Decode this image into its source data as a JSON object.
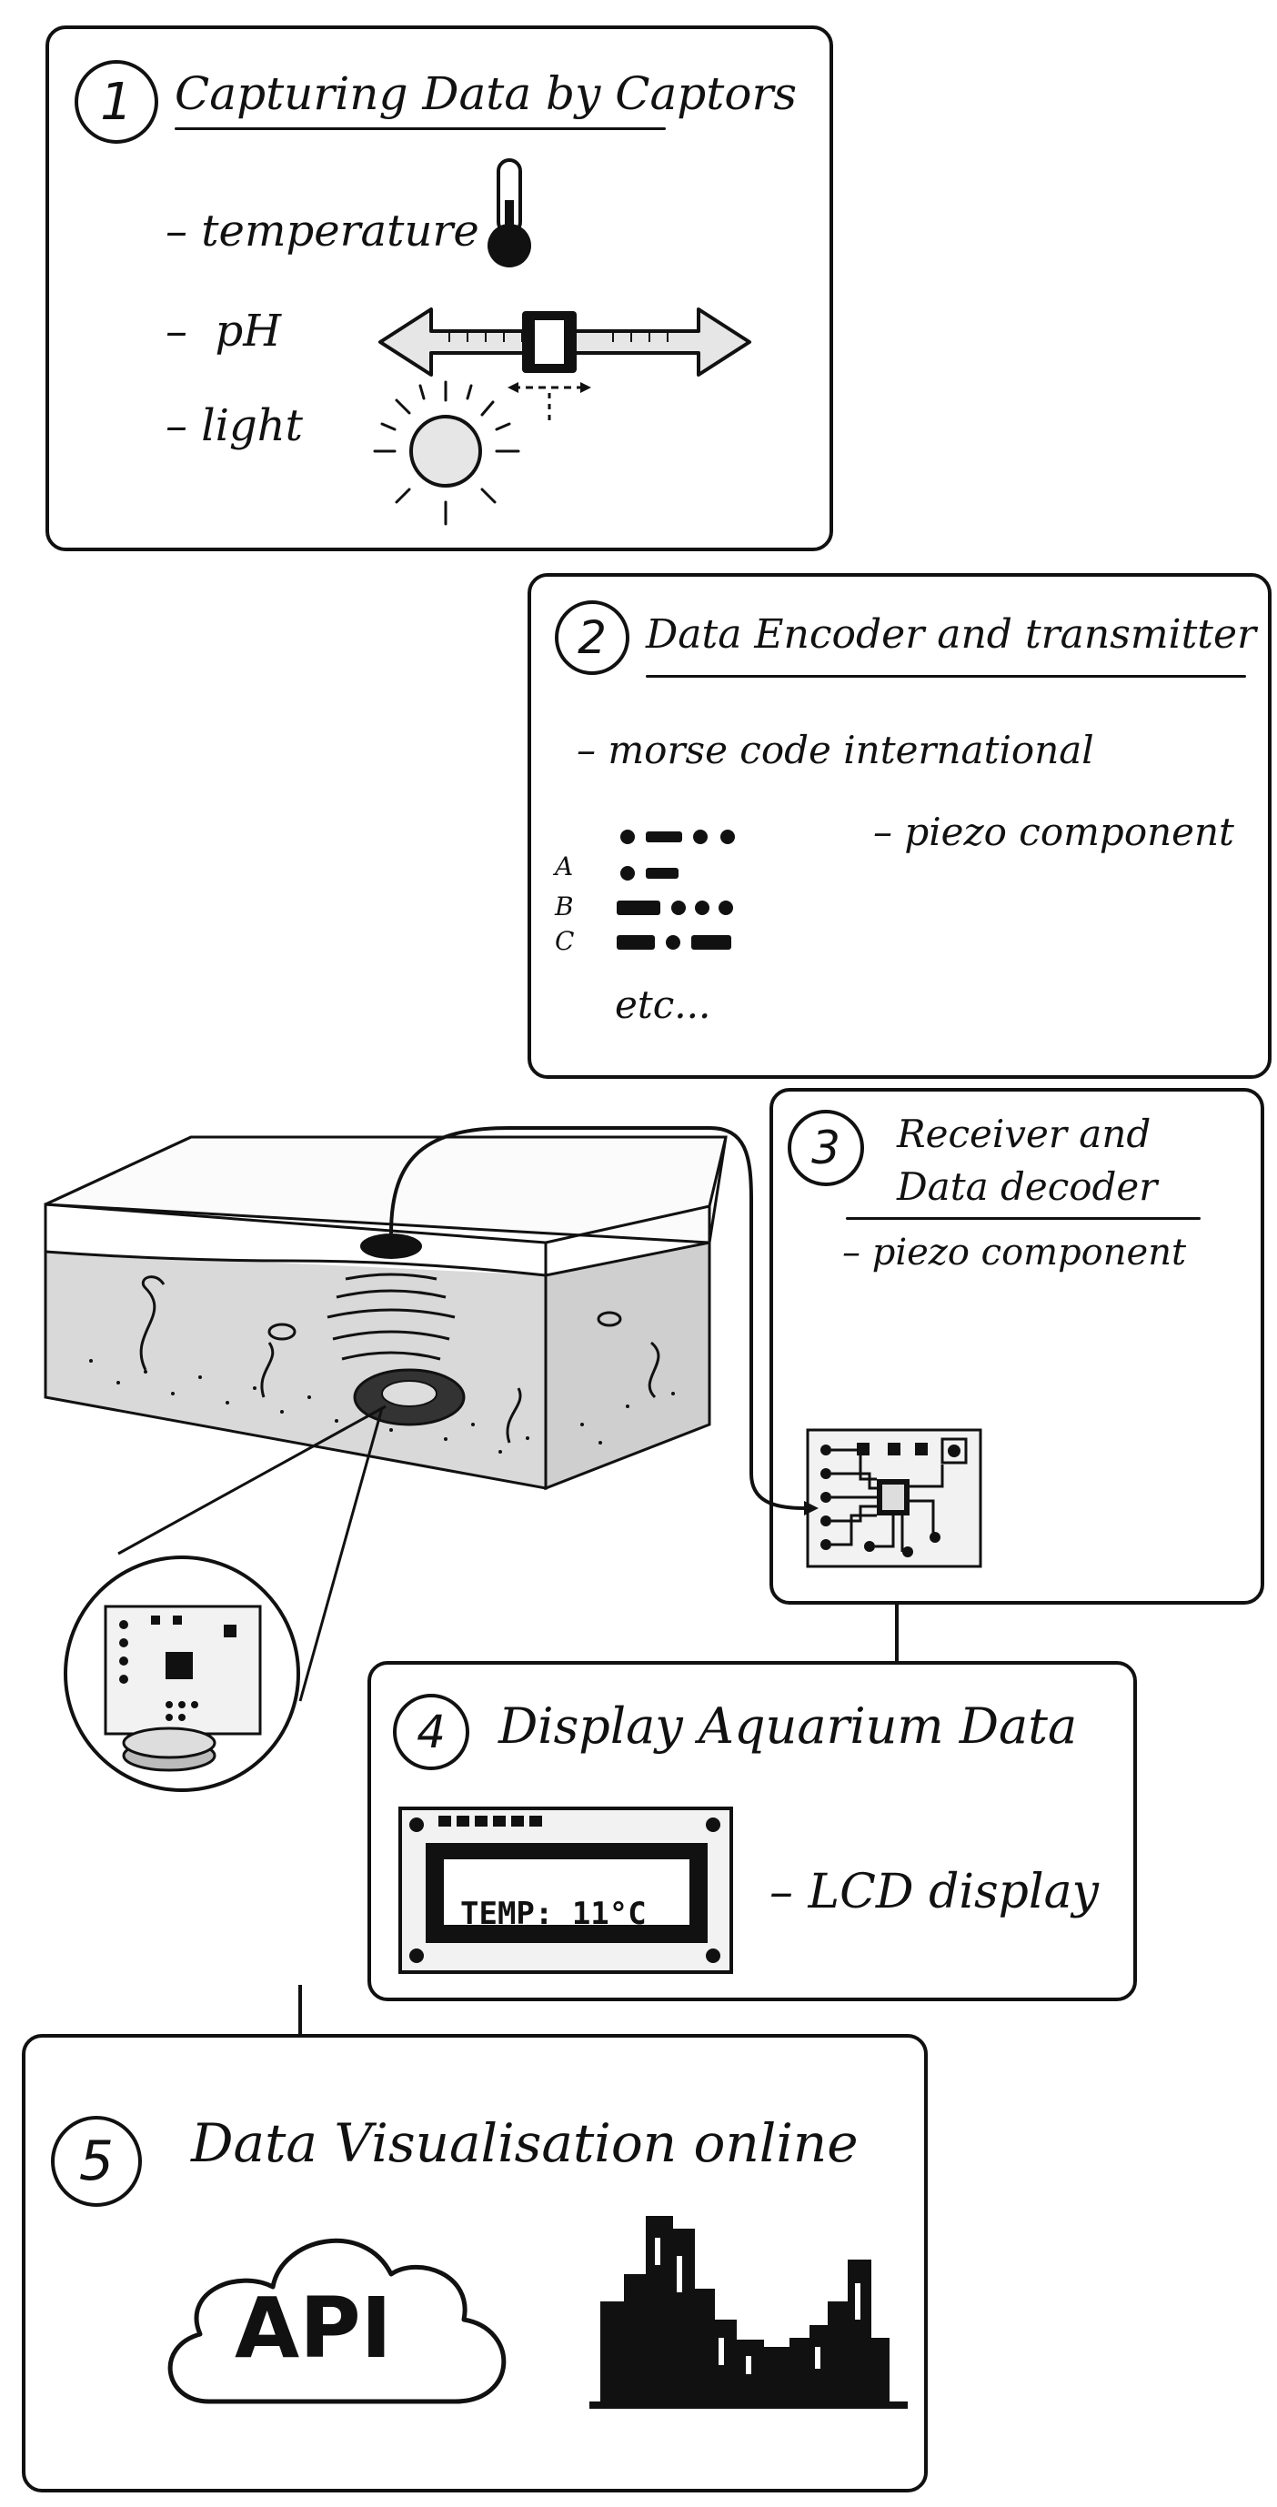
{
  "step1": {
    "number": "1",
    "title": "Capturing Data by Captors",
    "items": [
      "temperature",
      "pH",
      "light"
    ]
  },
  "step2": {
    "number": "2",
    "title": "Data Encoder and transmitter",
    "items": [
      "morse code international",
      "piezo component"
    ],
    "morse_letters": [
      "A",
      "B",
      "C"
    ],
    "etc": "etc..."
  },
  "step3": {
    "number": "3",
    "title_line1": "Receiver and",
    "title_line2": "Data decoder",
    "items": [
      "piezo component"
    ]
  },
  "step4": {
    "number": "4",
    "title": "Display Aquarium Data",
    "lcd_text": "TEMP: 11°C",
    "items": [
      "LCD display"
    ]
  },
  "step5": {
    "number": "5",
    "title": "Data Visualisation online",
    "cloud_label": "API"
  },
  "colors": {
    "ink": "#111111",
    "water": "#d9d9d9",
    "paper": "#ffffff"
  },
  "icons": [
    "thermometer-icon",
    "ph-slider-icon",
    "sun-icon",
    "aquarium-illustration",
    "piezo-sensor-illustration",
    "circuit-board-icon",
    "lcd-display-icon",
    "cloud-icon",
    "bar-chart-icon"
  ]
}
